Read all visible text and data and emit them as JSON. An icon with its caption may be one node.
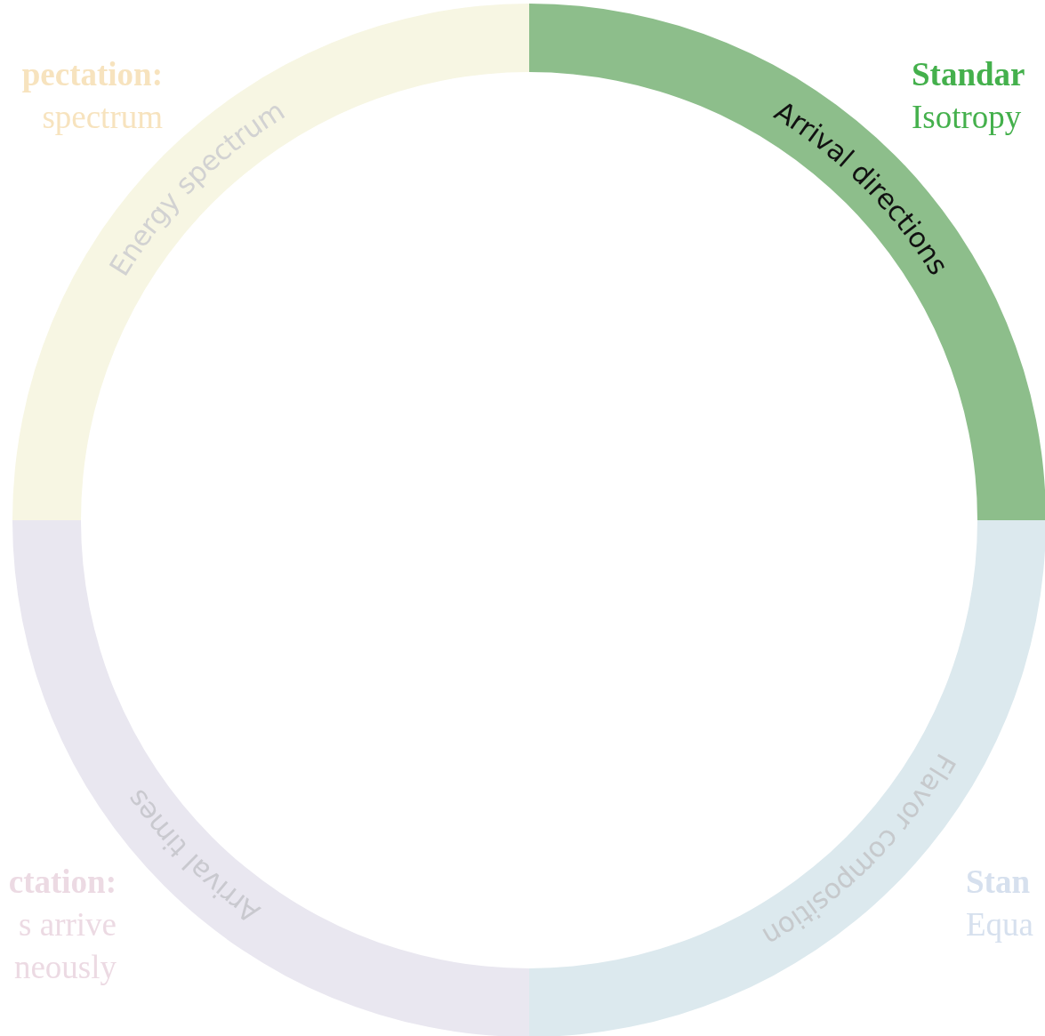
{
  "diagram": {
    "nodes": [
      {
        "text": [
          "Energy spectrum"
        ]
      },
      {
        "text": [
          "Arrival directions"
        ]
      },
      {
        "text": [
          "Arrival times"
        ]
      },
      {
        "text": [
          "Flavor composition"
        ]
      }
    ],
    "labels": [
      "pectation:",
      "spectrum",
      "Standar",
      "Isotropy",
      "ctation:",
      "s arrive",
      "neously",
      "Stan",
      "Equa"
    ]
  }
}
